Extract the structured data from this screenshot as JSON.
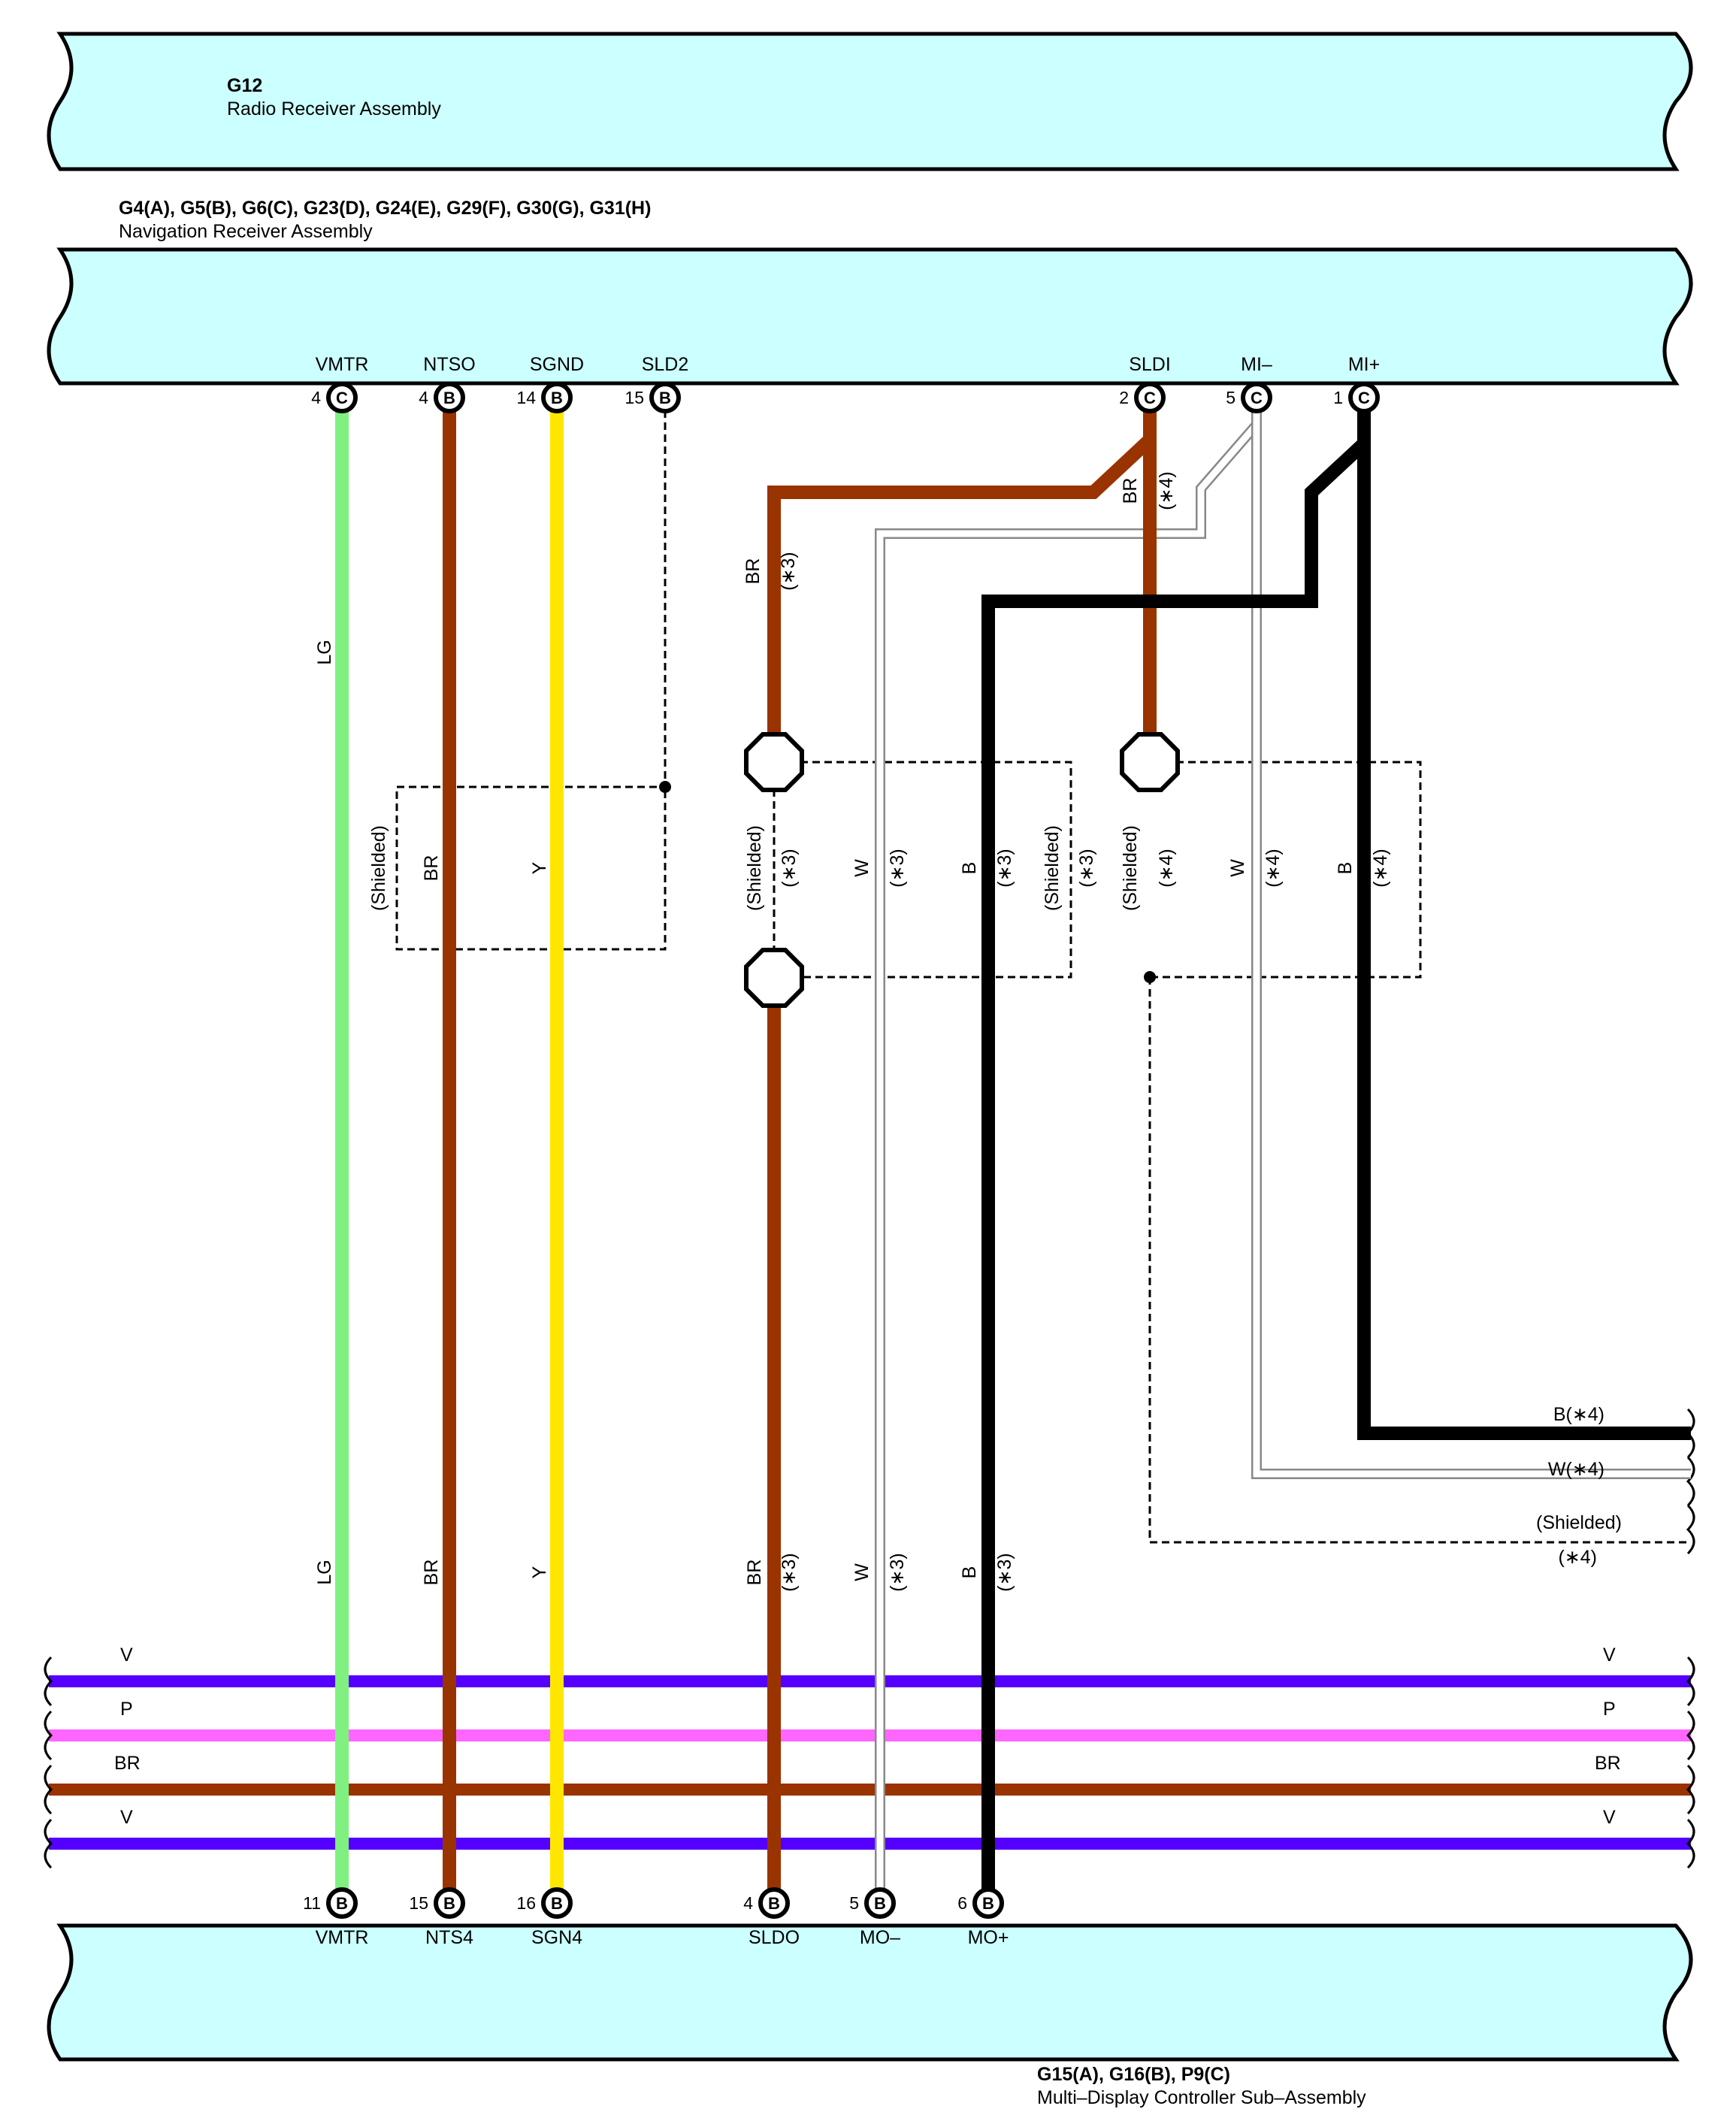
{
  "components": {
    "g12": {
      "code": "G12",
      "name": "Radio Receiver Assembly"
    },
    "nav": {
      "code": "G4(A), G5(B), G6(C), G23(D), G24(E), G29(F), G30(G), G31(H)",
      "name": "Navigation Receiver Assembly"
    },
    "mdc": {
      "code": "G15(A), G16(B), P9(C)",
      "name": "Multi–Display Controller Sub–Assembly"
    }
  },
  "nav_pins": [
    {
      "name": "VMTR",
      "num": "4",
      "conn": "C"
    },
    {
      "name": "NTSO",
      "num": "4",
      "conn": "B"
    },
    {
      "name": "SGND",
      "num": "14",
      "conn": "B"
    },
    {
      "name": "SLD2",
      "num": "15",
      "conn": "B"
    },
    {
      "name": "SLDI",
      "num": "2",
      "conn": "C"
    },
    {
      "name": "MI–",
      "num": "5",
      "conn": "C"
    },
    {
      "name": "MI+",
      "num": "1",
      "conn": "C"
    }
  ],
  "mdc_pins": [
    {
      "name": "VMTR",
      "num": "11",
      "conn": "B"
    },
    {
      "name": "NTS4",
      "num": "15",
      "conn": "B"
    },
    {
      "name": "SGN4",
      "num": "16",
      "conn": "B"
    },
    {
      "name": "SLDO",
      "num": "4",
      "conn": "B"
    },
    {
      "name": "MO–",
      "num": "5",
      "conn": "B"
    },
    {
      "name": "MO+",
      "num": "6",
      "conn": "B"
    }
  ],
  "wire_labels": {
    "lg": "LG",
    "br": "BR",
    "y": "Y",
    "w": "W",
    "b": "B",
    "shielded": "(Shielded)",
    "n3": "(∗3)",
    "n4": "(∗4)",
    "b4": "B(∗4)",
    "w4": "W(∗4)"
  },
  "bus_labels": [
    "V",
    "P",
    "BR",
    "V"
  ],
  "colors": {
    "component_fill": "#ccffff",
    "lg": "#80f080",
    "br": "#993300",
    "y": "#ffe600",
    "b": "#000000",
    "w": "#ffffff",
    "v": "#5500ff",
    "p": "#ff66ff"
  }
}
